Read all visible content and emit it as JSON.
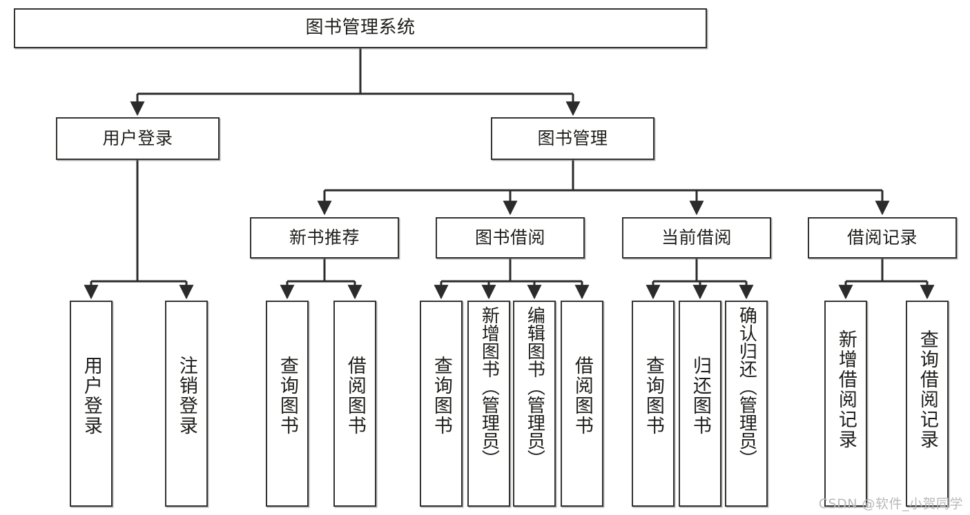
{
  "diagram": {
    "title": "图书管理系统",
    "type": "tree",
    "watermark": "CSDN @软件_小贺同学",
    "colors": {
      "box_border": "#33322f",
      "box_fill": "#ffffff",
      "edge": "#2b2b2b",
      "text": "#1d1d1b",
      "watermark": "#b9b9b9",
      "background": "#ffffff"
    },
    "nodes": {
      "root": {
        "label": "图书管理系统"
      },
      "level1": [
        {
          "id": "user-login",
          "label": "用户登录"
        },
        {
          "id": "book-manage",
          "label": "图书管理"
        }
      ],
      "level2": [
        {
          "id": "new-book-recommend",
          "label": "新书推荐"
        },
        {
          "id": "book-borrow",
          "label": "图书借阅"
        },
        {
          "id": "current-borrow",
          "label": "当前借阅"
        },
        {
          "id": "borrow-record",
          "label": "借阅记录"
        }
      ],
      "leaves": {
        "user-login": [
          {
            "id": "leaf-user-login",
            "label": "用户登录"
          },
          {
            "id": "leaf-logout",
            "label": "注销登录"
          }
        ],
        "new-book-recommend": [
          {
            "id": "leaf-query-book-1",
            "label": "查询图书"
          },
          {
            "id": "leaf-borrow-book-1",
            "label": "借阅图书"
          }
        ],
        "book-borrow": [
          {
            "id": "leaf-query-book-2",
            "label": "查询图书"
          },
          {
            "id": "leaf-add-book",
            "label": "新增图书（管理员）"
          },
          {
            "id": "leaf-edit-book",
            "label": "编辑图书（管理员）"
          },
          {
            "id": "leaf-borrow-book-2",
            "label": "借阅图书"
          }
        ],
        "current-borrow": [
          {
            "id": "leaf-query-book-3",
            "label": "查询图书"
          },
          {
            "id": "leaf-return-book",
            "label": "归还图书"
          },
          {
            "id": "leaf-confirm-return",
            "label": "确认归还（管理员）"
          }
        ],
        "borrow-record": [
          {
            "id": "leaf-add-record",
            "label": "新增借阅记录"
          },
          {
            "id": "leaf-query-record",
            "label": "查询借阅记录"
          }
        ]
      }
    }
  }
}
